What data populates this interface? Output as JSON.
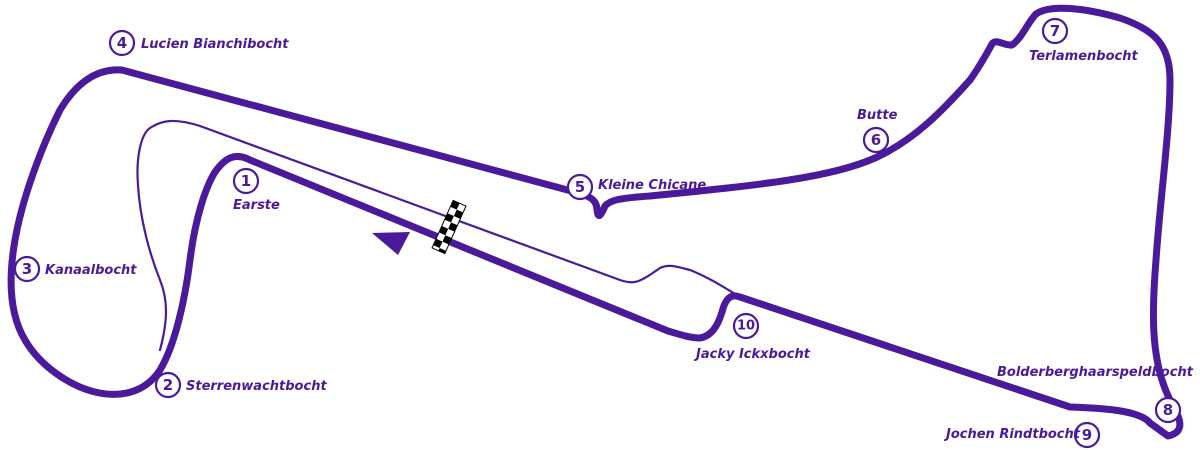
{
  "colors": {
    "track": "#4a1a9a",
    "background": "#ffffff",
    "flag_dark": "#000000",
    "flag_light": "#ffffff"
  },
  "icons": {
    "start_finish": "checkered-flag-icon",
    "direction": "direction-arrow-icon"
  },
  "corners": [
    {
      "number": "1",
      "name": "Earste"
    },
    {
      "number": "2",
      "name": "Sterrenwachtbocht"
    },
    {
      "number": "3",
      "name": "Kanaalbocht"
    },
    {
      "number": "4",
      "name": "Lucien Bianchibocht"
    },
    {
      "number": "5",
      "name": "Kleine Chicane"
    },
    {
      "number": "6",
      "name": "Butte"
    },
    {
      "number": "7",
      "name": "Terlamenbocht"
    },
    {
      "number": "8",
      "name": "Bolderberghaarspeldbocht"
    },
    {
      "number": "9",
      "name": "Jochen Rindtbocht"
    },
    {
      "number": "10",
      "name": "Jacky Ickxbocht"
    }
  ]
}
